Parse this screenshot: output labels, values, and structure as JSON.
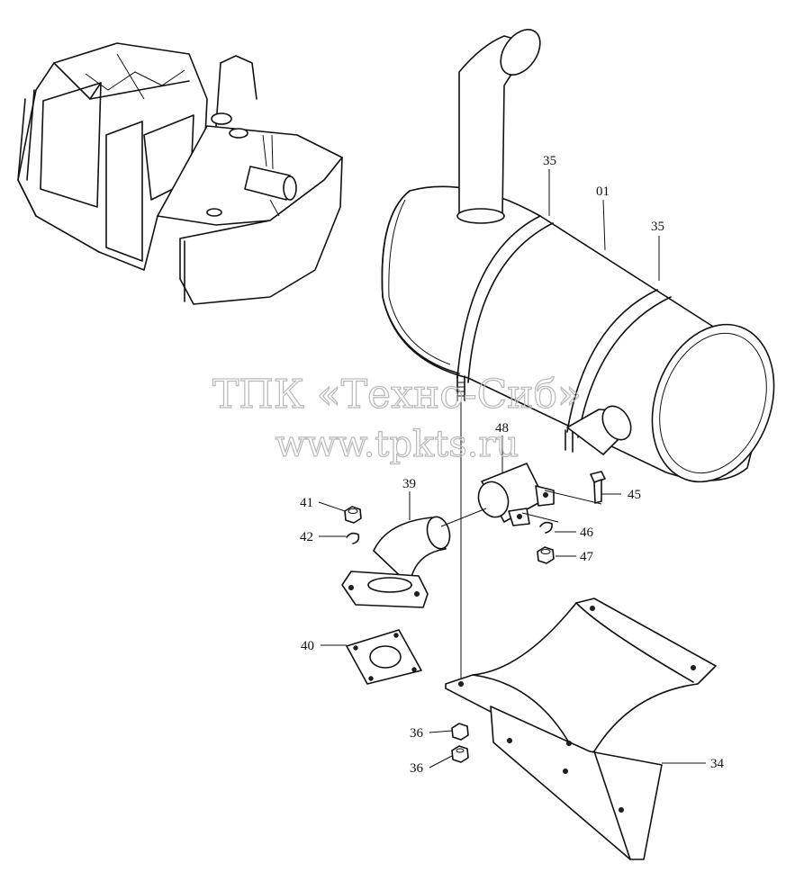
{
  "watermark": {
    "line1": "ТПК «Техно-Сиб»",
    "line2": "www.tpkts.ru"
  },
  "callouts": {
    "c35a": "35",
    "c01": "01",
    "c35b": "35",
    "c48": "48",
    "c39": "39",
    "c41": "41",
    "c42": "42",
    "c45": "45",
    "c46": "46",
    "c47": "47",
    "c40": "40",
    "c36a": "36",
    "c36b": "36",
    "c34": "34"
  }
}
